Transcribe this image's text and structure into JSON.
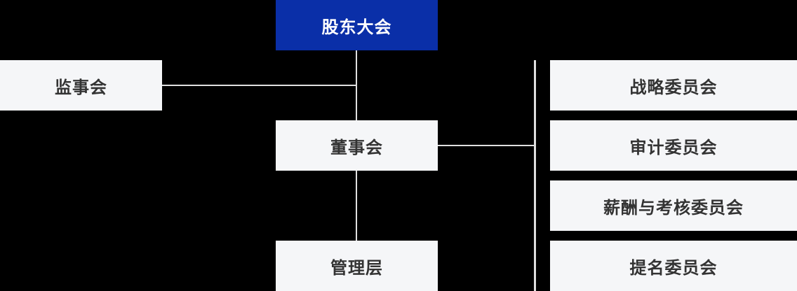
{
  "diagram": {
    "type": "org-chart",
    "nodes": {
      "shareholders": {
        "id": "shareholders",
        "label": "股东大会",
        "variant": "primary"
      },
      "supervisors": {
        "id": "supervisors",
        "label": "监事会",
        "variant": "default"
      },
      "board": {
        "id": "board",
        "label": "董事会",
        "variant": "default"
      },
      "management": {
        "id": "management",
        "label": "管理层",
        "variant": "default"
      },
      "strategy": {
        "id": "strategy",
        "label": "战略委员会",
        "variant": "default"
      },
      "audit": {
        "id": "audit",
        "label": "审计委员会",
        "variant": "default"
      },
      "remuneration": {
        "id": "remuneration",
        "label": "薪酬与考核委员会",
        "variant": "default"
      },
      "nomination": {
        "id": "nomination",
        "label": "提名委员会",
        "variant": "default"
      }
    },
    "edges": [
      {
        "from": "shareholders",
        "to": "supervisors"
      },
      {
        "from": "shareholders",
        "to": "board"
      },
      {
        "from": "board",
        "to": "management"
      },
      {
        "from": "board",
        "to": "strategy"
      },
      {
        "from": "board",
        "to": "audit"
      },
      {
        "from": "board",
        "to": "remuneration"
      },
      {
        "from": "board",
        "to": "nomination"
      }
    ]
  },
  "colors": {
    "background": "#000000",
    "accent": "#0a2fa8",
    "accent-text": "#ffffff",
    "node-bg": "#f5f6f8",
    "node-text": "#333333",
    "line": "#e0e0e0"
  }
}
